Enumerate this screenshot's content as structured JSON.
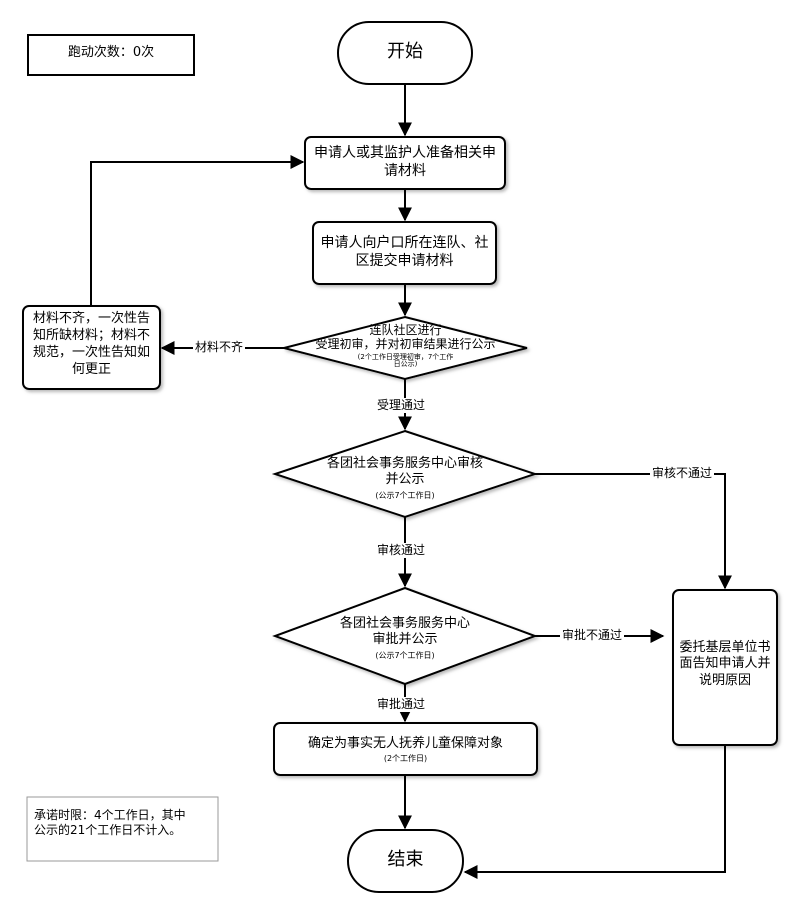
{
  "counter": {
    "text": "跑动次数：0次"
  },
  "note": {
    "line1": "承诺时限：4个工作日，其中",
    "line2": "公示的21个工作日不计入。"
  },
  "nodes": {
    "start": {
      "text": "开始"
    },
    "prepare": {
      "line1": "申请人或其监护人准备相关申",
      "line2": "请材料"
    },
    "submit": {
      "line1": "申请人向户口所在连队、社",
      "line2": "区提交申请材料"
    },
    "initial_review": {
      "line1": "连队社区进行",
      "line2": "受理初审，并对初审结果进行公示",
      "sub1": "(2个工作日受理初审，7个工作",
      "sub2": "日公示)"
    },
    "incomplete": {
      "line1": "材料不齐，一次性告",
      "line2": "知所缺材料；材料不",
      "line3": "规范，一次性告知如",
      "line4": "何更正"
    },
    "center_review": {
      "line1": "各团社会事务服务中心审核",
      "line2": "并公示",
      "sub": "(公示7个工作日)"
    },
    "center_approve": {
      "line1": "各团社会事务服务中心",
      "line2": "审批并公示",
      "sub": "(公示7个工作日)"
    },
    "confirm": {
      "line1": "确定为事实无人抚养儿童保障对象",
      "sub": "(2个工作日)"
    },
    "reject_notice": {
      "line1": "委托基层单位书",
      "line2": "面告知申请人并",
      "line3": "说明原因"
    },
    "end": {
      "text": "结束"
    }
  },
  "edges": {
    "incomplete": "材料不齐",
    "accepted": "受理通过",
    "review_fail": "审核不通过",
    "review_pass": "审核通过",
    "approve_fail": "审批不通过",
    "approve_pass": "审批通过"
  }
}
